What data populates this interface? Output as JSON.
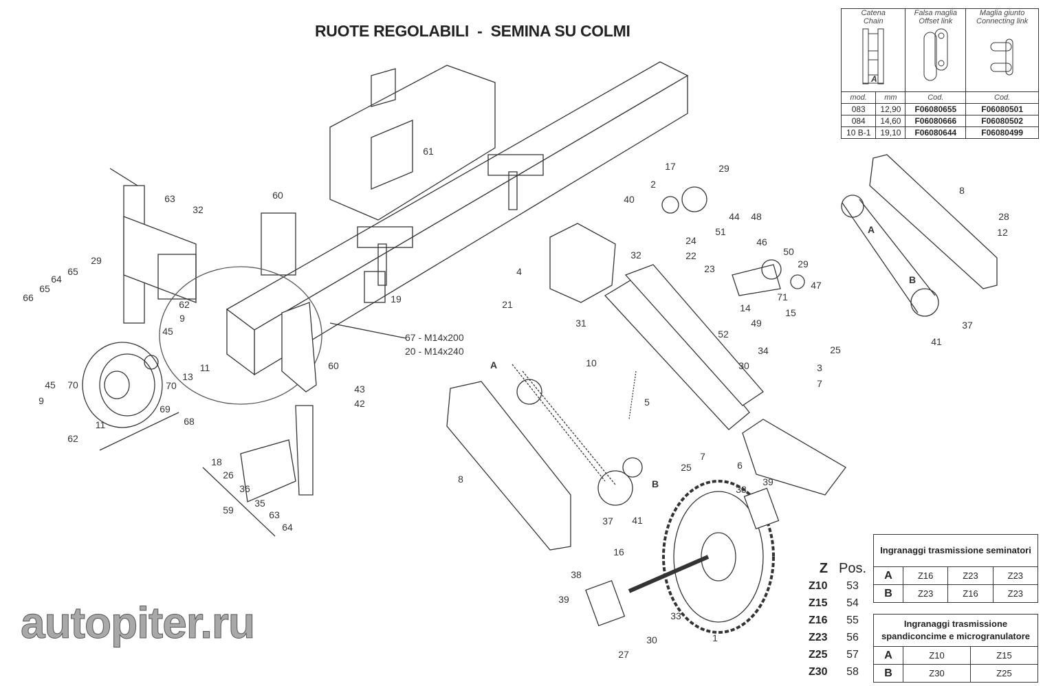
{
  "title": "RUOTE REGOLABILI  -  SEMINA SU COLMI",
  "watermark": "autopiter.ru",
  "chain_table": {
    "headers": [
      [
        "Catena",
        "Chain"
      ],
      [
        "Falsa maglia",
        "Offset link"
      ],
      [
        "Maglia giunto",
        "Connecting link"
      ]
    ],
    "sub_headers": [
      "mod.",
      "mm",
      "Cod.",
      "Cod."
    ],
    "dimension_label": "A",
    "rows": [
      [
        "083",
        "12,90",
        "F06080655",
        "F06080501"
      ],
      [
        "084",
        "14,60",
        "F06080666",
        "F06080502"
      ],
      [
        "10 B-1",
        "19,10",
        "F06080644",
        "F06080499"
      ]
    ]
  },
  "z_pos": {
    "headers": [
      "Z",
      "Pos."
    ],
    "rows": [
      [
        "Z10",
        "53"
      ],
      [
        "Z15",
        "54"
      ],
      [
        "Z16",
        "55"
      ],
      [
        "Z23",
        "56"
      ],
      [
        "Z25",
        "57"
      ],
      [
        "Z30",
        "58"
      ]
    ]
  },
  "gear_seminatori": {
    "title": "Ingranaggi trasmissione seminatori",
    "rows": [
      [
        "A",
        "Z16",
        "Z23",
        "Z23"
      ],
      [
        "B",
        "Z23",
        "Z16",
        "Z23"
      ]
    ]
  },
  "gear_spandiconcime": {
    "title_line1": "Ingranaggi trasmissione",
    "title_line2": "spandiconcime e microgranulatore",
    "rows": [
      [
        "A",
        "Z10",
        "Z15"
      ],
      [
        "B",
        "Z30",
        "Z25"
      ]
    ]
  },
  "callouts": [
    "61",
    "17",
    "29",
    "2",
    "40",
    "24",
    "44",
    "48",
    "51",
    "46",
    "50",
    "29",
    "47",
    "71",
    "15",
    "49",
    "14",
    "22",
    "23",
    "32",
    "4",
    "21",
    "31",
    "52",
    "30",
    "34",
    "3",
    "25",
    "7",
    "10",
    "5",
    "7",
    "25",
    "6",
    "39",
    "38",
    "8",
    "37",
    "41",
    "B",
    "A",
    "16",
    "38",
    "39",
    "33",
    "27",
    "30",
    "1",
    "8",
    "28",
    "12",
    "A",
    "B",
    "37",
    "41",
    "63",
    "32",
    "60",
    "19",
    "29",
    "65",
    "65",
    "64",
    "66",
    "62",
    "9",
    "45",
    "11",
    "13",
    "70",
    "69",
    "68",
    "45",
    "70",
    "9",
    "11",
    "62",
    "67 - M14x200",
    "20 - M14x240",
    "60",
    "43",
    "42",
    "18",
    "26",
    "36",
    "35",
    "59",
    "63",
    "64"
  ]
}
